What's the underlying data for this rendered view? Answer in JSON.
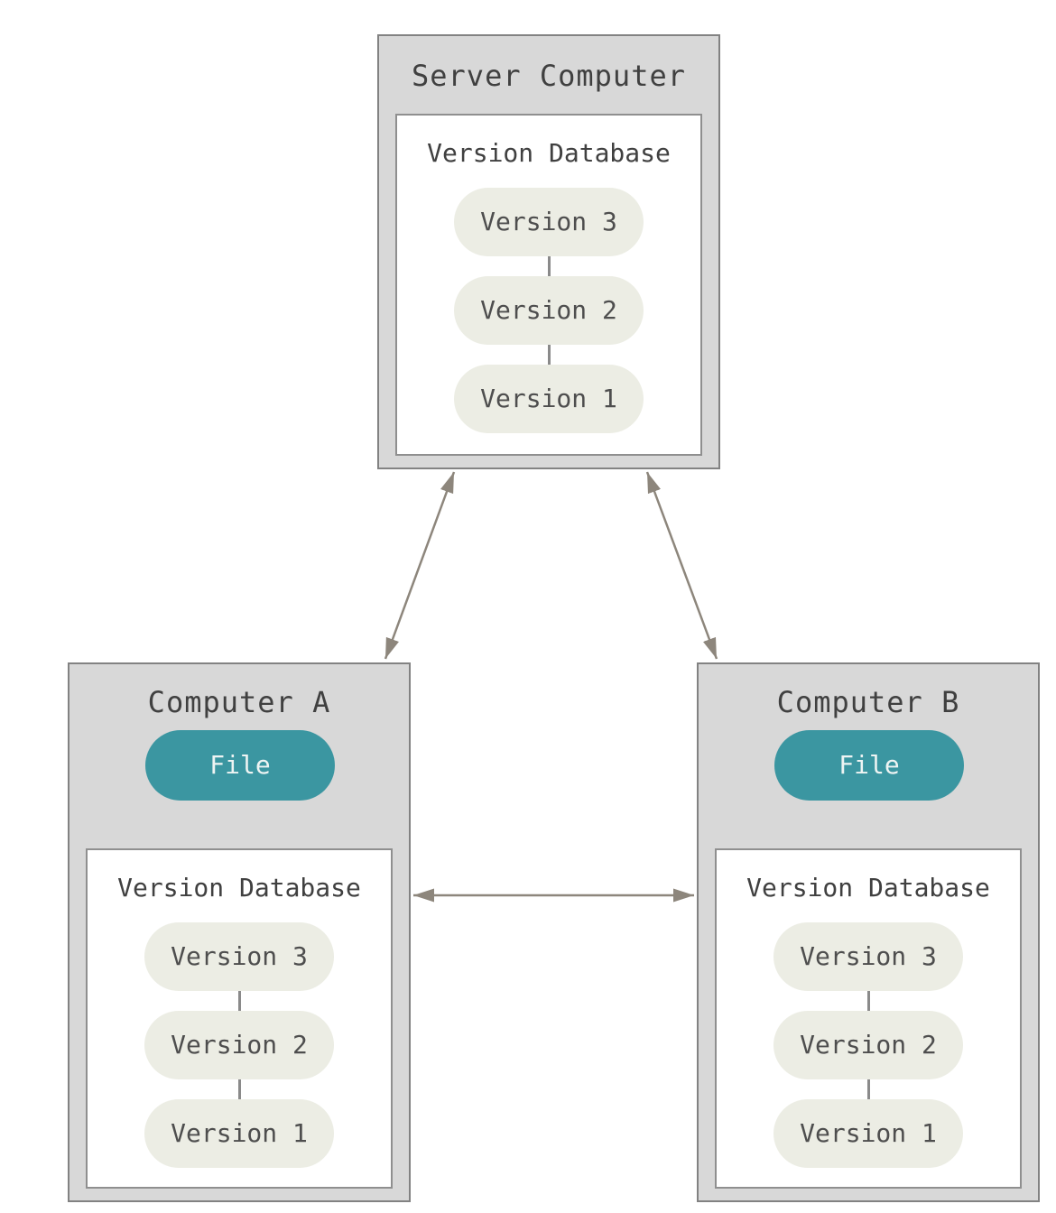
{
  "colors": {
    "box_fill": "#d8d8d8",
    "box_border": "#828282",
    "inner_fill": "#ffffff",
    "inner_border": "#8f8f8f",
    "pill_fill": "#ecede4",
    "pill_text": "#4e4e4e",
    "title_text": "#404040",
    "teal_fill": "#3b96a1",
    "teal_text": "#eef4f3",
    "arrow": "#8d867c",
    "connector": "#8a8a8a",
    "page_bg": "#ffffff"
  },
  "server": {
    "title": "Server Computer",
    "database": {
      "title": "Version Database",
      "versions": [
        "Version 3",
        "Version 2",
        "Version 1"
      ]
    }
  },
  "computer_a": {
    "title": "Computer A",
    "file_label": "File",
    "database": {
      "title": "Version Database",
      "versions": [
        "Version 3",
        "Version 2",
        "Version 1"
      ]
    }
  },
  "computer_b": {
    "title": "Computer B",
    "file_label": "File",
    "database": {
      "title": "Version Database",
      "versions": [
        "Version 3",
        "Version 2",
        "Version 1"
      ]
    }
  },
  "connections": [
    {
      "from": "server-computer",
      "to": "computer-a",
      "bidirectional": true
    },
    {
      "from": "server-computer",
      "to": "computer-b",
      "bidirectional": true
    },
    {
      "from": "computer-a",
      "to": "computer-b",
      "bidirectional": true
    },
    {
      "from": "version-database-a",
      "to": "file-a",
      "bidirectional": false
    },
    {
      "from": "version-database-b",
      "to": "file-b",
      "bidirectional": false
    }
  ]
}
